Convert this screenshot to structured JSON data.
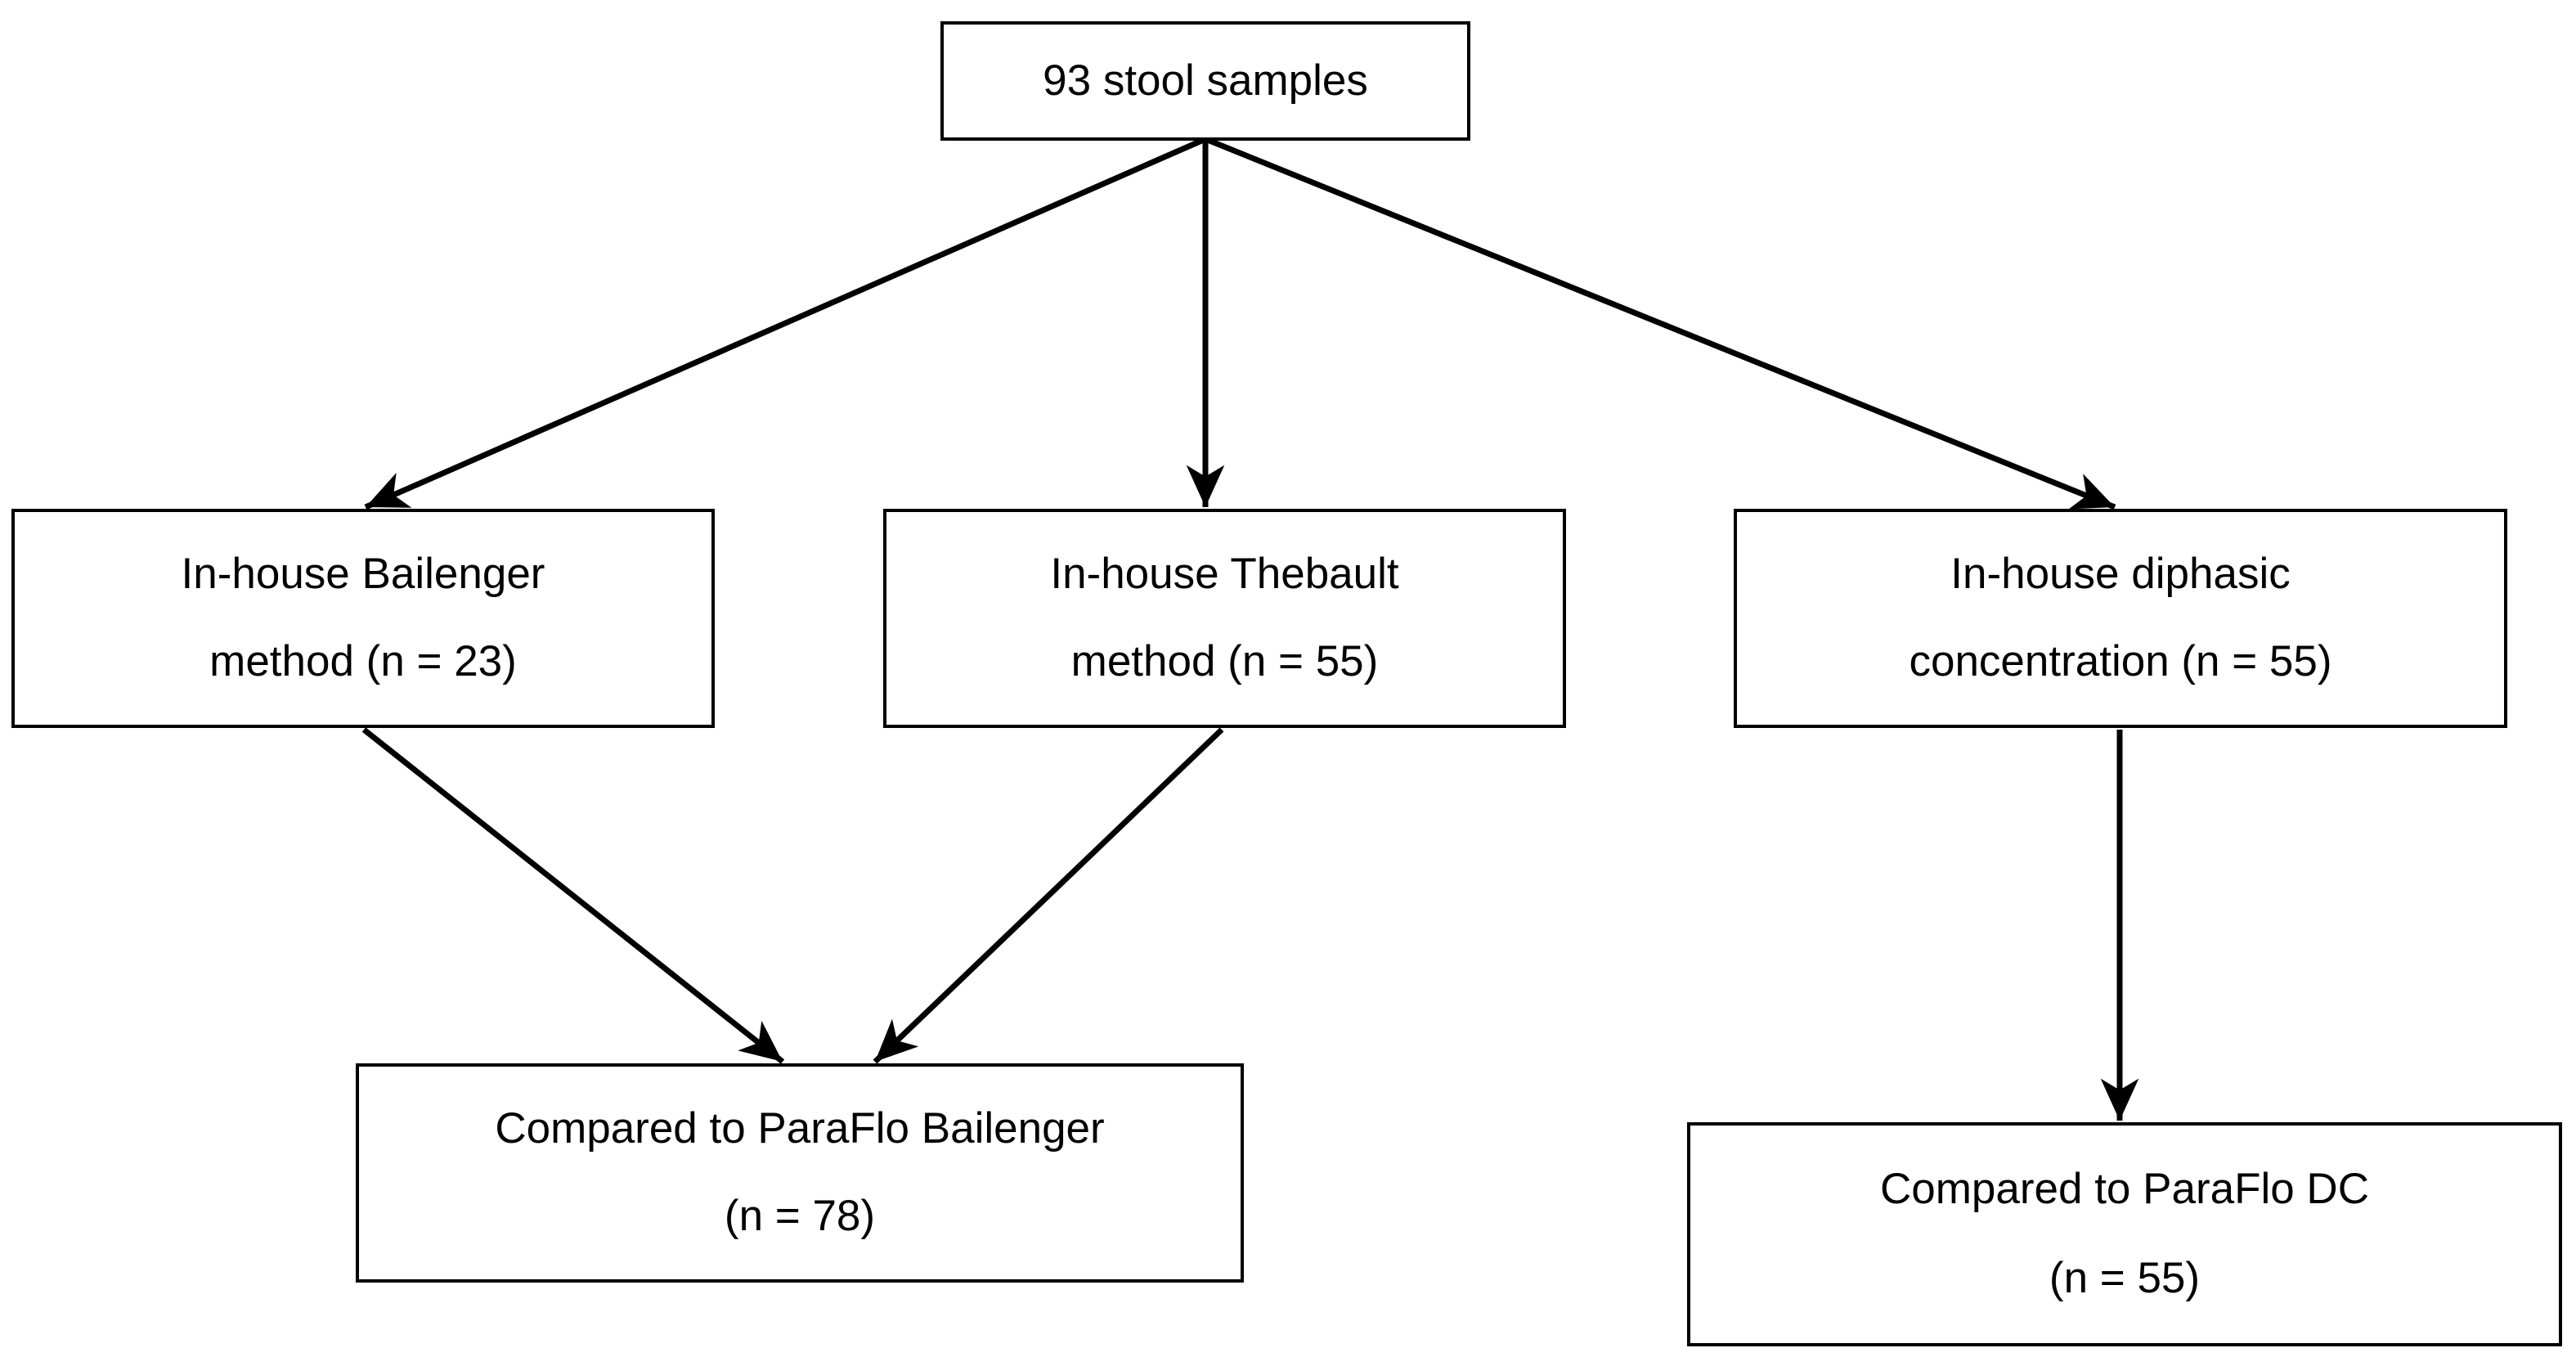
{
  "diagram": {
    "boxes": {
      "root": {
        "line1": "93 stool samples"
      },
      "bailenger": {
        "line1": "In-house Bailenger",
        "line2": "method (n = 23)"
      },
      "thebault": {
        "line1": "In-house Thebault",
        "line2": "method (n = 55)"
      },
      "diphasic": {
        "line1": "In-house diphasic",
        "line2": "concentration (n = 55)"
      },
      "paraflo_bailenger": {
        "line1": "Compared to ParaFlo Bailenger",
        "line2": "(n = 78)"
      },
      "paraflo_dc": {
        "line1": "Compared to ParaFlo DC",
        "line2": "(n = 55)"
      }
    },
    "colors": {
      "background": "#ffffff",
      "box_fill": "#ffffff",
      "box_border": "#000000",
      "arrow": "#000000",
      "text": "#000000"
    }
  }
}
